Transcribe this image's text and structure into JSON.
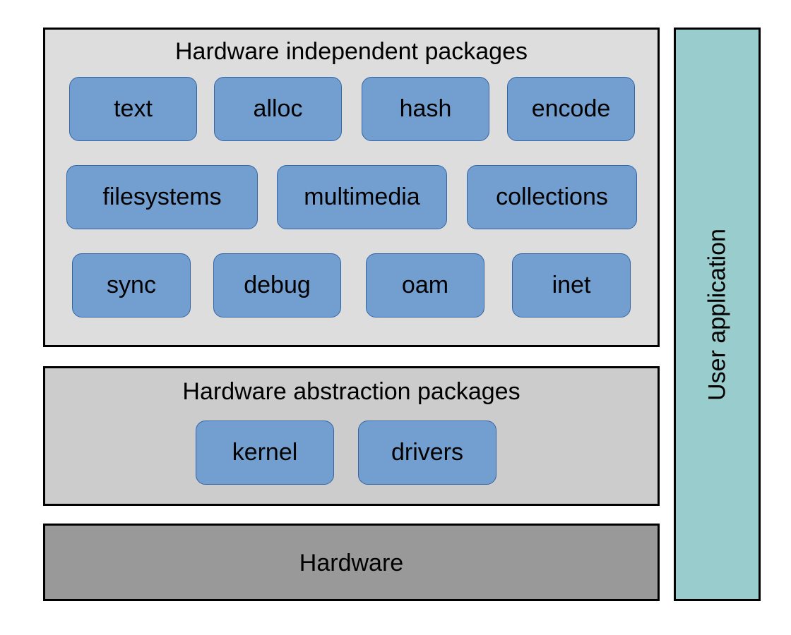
{
  "colors": {
    "independent_layer_fill": "#dddddd",
    "abstraction_layer_fill": "#cccccc",
    "hardware_layer_fill": "#999999",
    "user_application_fill": "#99cccc",
    "package_fill": "#729fcf",
    "package_border": "#3465a4"
  },
  "independent": {
    "title": "Hardware independent packages",
    "packages": [
      "text",
      "alloc",
      "hash",
      "encode",
      "filesystems",
      "multimedia",
      "collections",
      "sync",
      "debug",
      "oam",
      "inet"
    ]
  },
  "abstraction": {
    "title": "Hardware abstraction packages",
    "packages": [
      "kernel",
      "drivers"
    ]
  },
  "hardware": {
    "title": "Hardware"
  },
  "user_application": {
    "label": "User application"
  }
}
